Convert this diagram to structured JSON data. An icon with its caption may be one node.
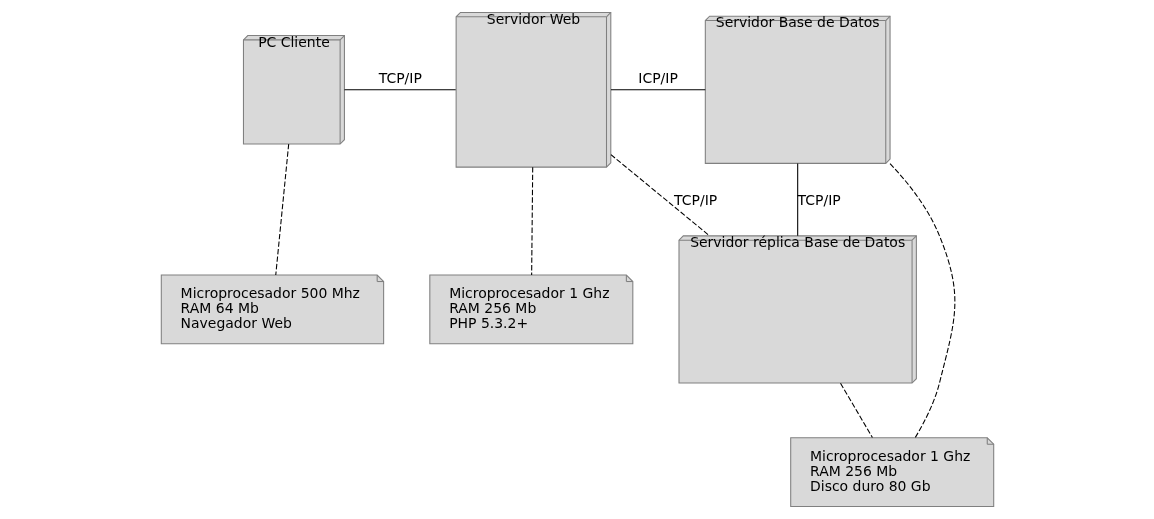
{
  "diagram": {
    "nodes": [
      {
        "text": [
          "PC Cliente"
        ]
      },
      {
        "text": [
          "Servidor Web"
        ]
      },
      {
        "text": [
          "Servidor Base de Datos"
        ]
      },
      {
        "text": [
          "Servidor réplica Base de Datos"
        ]
      },
      {
        "text": [
          "Microprocesador 500 Mhz",
          "RAM 64 Mb",
          "Navegador Web"
        ]
      },
      {
        "text": [
          "Microprocesador 1 Ghz",
          "RAM 256 Mb",
          "PHP 5.3.2+"
        ]
      },
      {
        "text": [
          "Microprocesador 1 Ghz",
          "RAM 256 Mb",
          "Disco duro 80 Gb"
        ]
      }
    ],
    "edges": [
      {
        "from": 0,
        "to": 1,
        "arrow": "none",
        "label": "TCP/IP"
      },
      {
        "from": 1,
        "to": 2,
        "arrow": "none",
        "label": "ICP/IP"
      },
      {
        "from": 1,
        "to": 3,
        "arrow": "none",
        "label": "TCP/IP",
        "style": "dashed"
      },
      {
        "from": 2,
        "to": 3,
        "arrow": "none",
        "label": "TCP/IP"
      },
      {
        "from": 0,
        "to": 4,
        "arrow": "none",
        "style": "dashed"
      },
      {
        "from": 1,
        "to": 5,
        "arrow": "none",
        "style": "dashed"
      },
      {
        "from": 2,
        "to": 6,
        "arrow": "none",
        "style": "dashed"
      },
      {
        "from": 3,
        "to": 6,
        "arrow": "none",
        "style": "dashed"
      }
    ]
  }
}
